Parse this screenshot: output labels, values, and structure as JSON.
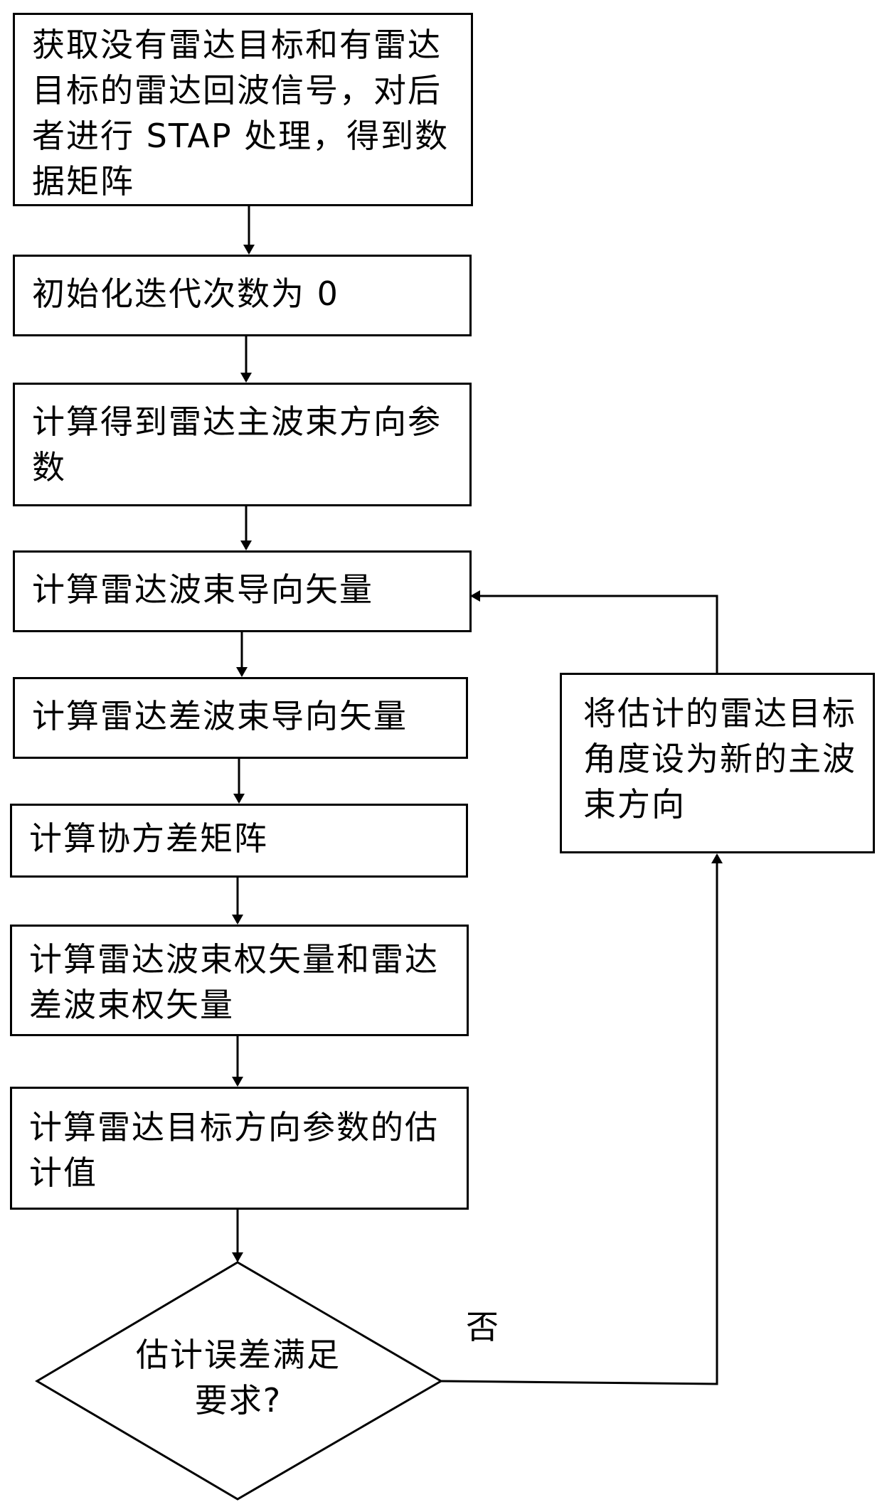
{
  "steps": {
    "s1": "获取没有雷达目标和有雷达目标的雷达回波信号，对后者进行 STAP 处理，得到数据矩阵",
    "s2": "初始化迭代次数为 0",
    "s3": "计算得到雷达主波束方向参数",
    "s4": "计算雷达波束导向矢量",
    "s5": "计算雷达差波束导向矢量",
    "s6": "计算协方差矩阵",
    "s7": "计算雷达波束权矢量和雷达差波束权矢量",
    "s8": "计算雷达目标方向参数的估计值",
    "side": "将估计的雷达目标角度设为新的主波束方向"
  },
  "decision": {
    "label": "估计误差满足要求?",
    "no_label": "否"
  }
}
